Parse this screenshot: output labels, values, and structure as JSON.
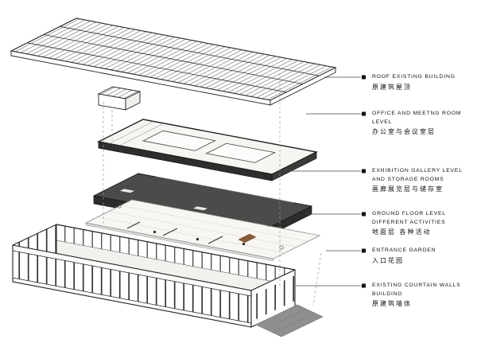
{
  "diagram": {
    "type": "exploded-axonometric-architecture",
    "colors": {
      "line": "#1a1a1a",
      "gallery_top": "#4b4b49",
      "gallery_side": "#2c2c2a",
      "slab_light": "#f6f5f2",
      "ramp": "#8f8f8f",
      "wood": "#8a5a33",
      "leader": "#444444"
    },
    "labels": [
      {
        "id": "roof",
        "en": "ROOF EXISTING BUILDING",
        "zh": "原建筑屋顶"
      },
      {
        "id": "office",
        "en": "OFFICE AND MEETNG ROOM LEVEL",
        "zh": "办公室与会议室层"
      },
      {
        "id": "exhibition",
        "en": "EXHIBITION GALLERY LEVEL AND STORAGE ROOMS",
        "zh": "画廊展览层与储存室"
      },
      {
        "id": "ground",
        "en": "GROUND FLOOR LEVEL DIFFERENT ACTIVITIES",
        "zh": "地面层 各种活动"
      },
      {
        "id": "entrance",
        "en": "ENTRANCE GARDEN",
        "zh": "入口花园"
      },
      {
        "id": "existing",
        "en": "EXISTING COURTAIN WALLS BUILDING",
        "zh": "原建筑墙体"
      }
    ]
  }
}
